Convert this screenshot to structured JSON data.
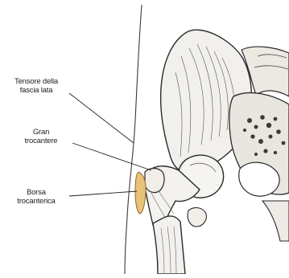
{
  "labels": {
    "tensore_line1": "Tensore della",
    "tensore_line2": "fascia lata",
    "gran_line1": "Gran",
    "gran_line2": "trocantere",
    "borsa_line1": "Borsa",
    "borsa_line2": "trocanterica"
  },
  "colors": {
    "ink": "#2a2a2a",
    "bone_fill": "#f4f2ee",
    "bursa_fill": "#e8c27a"
  }
}
